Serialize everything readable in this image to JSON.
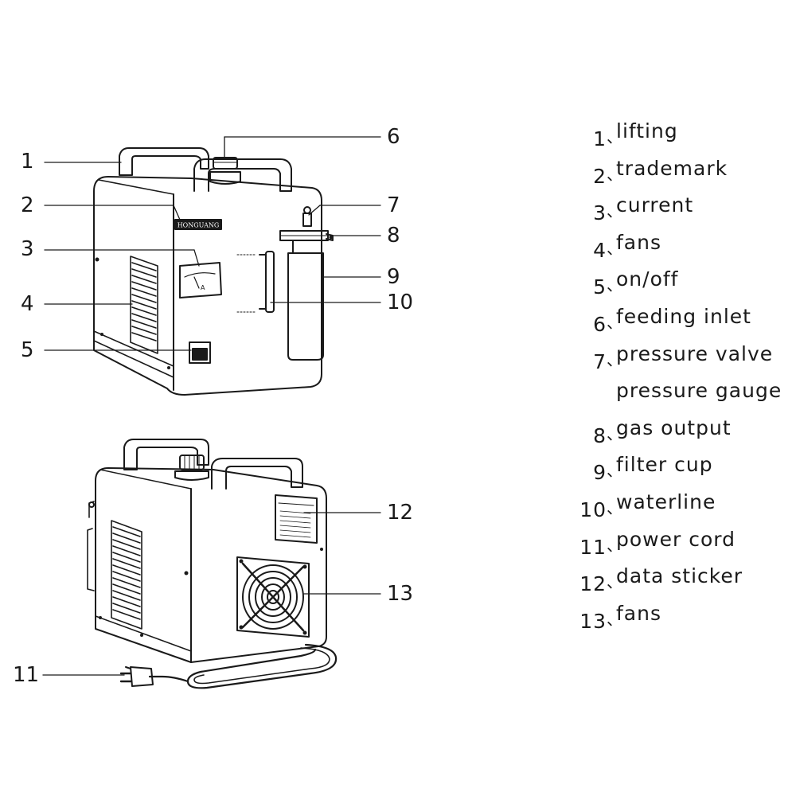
{
  "callouts": {
    "c1": "1",
    "c2": "2",
    "c3": "3",
    "c4": "4",
    "c5": "5",
    "c6": "6",
    "c7": "7",
    "c8": "8",
    "c9": "9",
    "c10": "10",
    "c11": "11",
    "c12": "12",
    "c13": "13"
  },
  "brand_label": "HONGUANG",
  "meter_unit": "A",
  "legend": [
    {
      "num": "1",
      "sep": "、",
      "text": "lifting"
    },
    {
      "num": "2",
      "sep": "、",
      "text": "trademark"
    },
    {
      "num": "3",
      "sep": "、",
      "text": "current"
    },
    {
      "num": "4",
      "sep": "、",
      "text": "fans"
    },
    {
      "num": "5",
      "sep": "、",
      "text": "on/off"
    },
    {
      "num": "6",
      "sep": "、",
      "text": "feeding inlet"
    },
    {
      "num": "7",
      "sep": "、",
      "text": "pressure valve"
    },
    {
      "num": "",
      "sep": "",
      "text": "pressure gauge"
    },
    {
      "num": "8",
      "sep": "、",
      "text": "gas output"
    },
    {
      "num": "9",
      "sep": "、",
      "text": "filter cup"
    },
    {
      "num": "10",
      "sep": "、",
      "text": "waterline"
    },
    {
      "num": "11",
      "sep": "、",
      "text": "power cord"
    },
    {
      "num": "12",
      "sep": "、",
      "text": "data sticker"
    },
    {
      "num": "13",
      "sep": "、",
      "text": "fans"
    }
  ]
}
